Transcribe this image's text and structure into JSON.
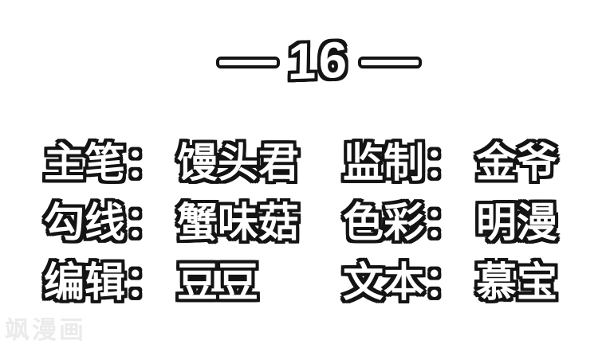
{
  "page": {
    "background_color": "#ffffff",
    "text_fill_color": "#ffffff",
    "text_outline_color": "#141414"
  },
  "header": {
    "chapter_number": "16"
  },
  "credits": [
    {
      "role": "主笔：",
      "name": "馒头君"
    },
    {
      "role": "监制：",
      "name": "金爷"
    },
    {
      "role": "勾线：",
      "name": "蟹味菇"
    },
    {
      "role": "色彩：",
      "name": "明漫"
    },
    {
      "role": "编辑：",
      "name": "豆豆"
    },
    {
      "role": "文本：",
      "name": "慕宝"
    }
  ],
  "watermark": {
    "text": "飒漫画",
    "color": "#ebebeb"
  }
}
